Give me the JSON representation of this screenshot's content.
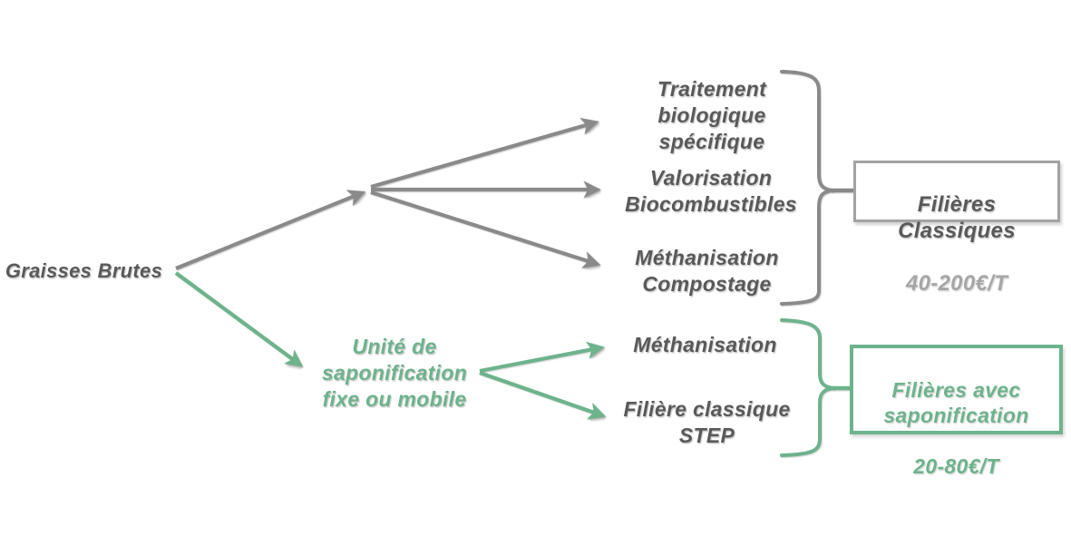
{
  "diagram": {
    "root_label": "Graisses Brutes",
    "classic": {
      "options": [
        "Traitement\nbiologique\nspécifique",
        "Valorisation\nBiocombustibles",
        "Méthanisation\nCompostage"
      ],
      "box_title": "Filières Classiques",
      "box_price": "40-200€/T"
    },
    "saponification": {
      "node_label": "Unité de\nsaponification\nfixe ou mobile",
      "options": [
        "Méthanisation",
        "Filière classique\nSTEP"
      ],
      "box_title": "Filières avec\nsaponification",
      "box_price": "20-80€/T"
    }
  },
  "colors": {
    "gray_line": "#8a8a8a",
    "gray_box_border": "#a3a3a3",
    "text_dark": "#595959",
    "text_light_gray": "#a6a6a6",
    "green": "#6db38c",
    "background": "#ffffff"
  }
}
